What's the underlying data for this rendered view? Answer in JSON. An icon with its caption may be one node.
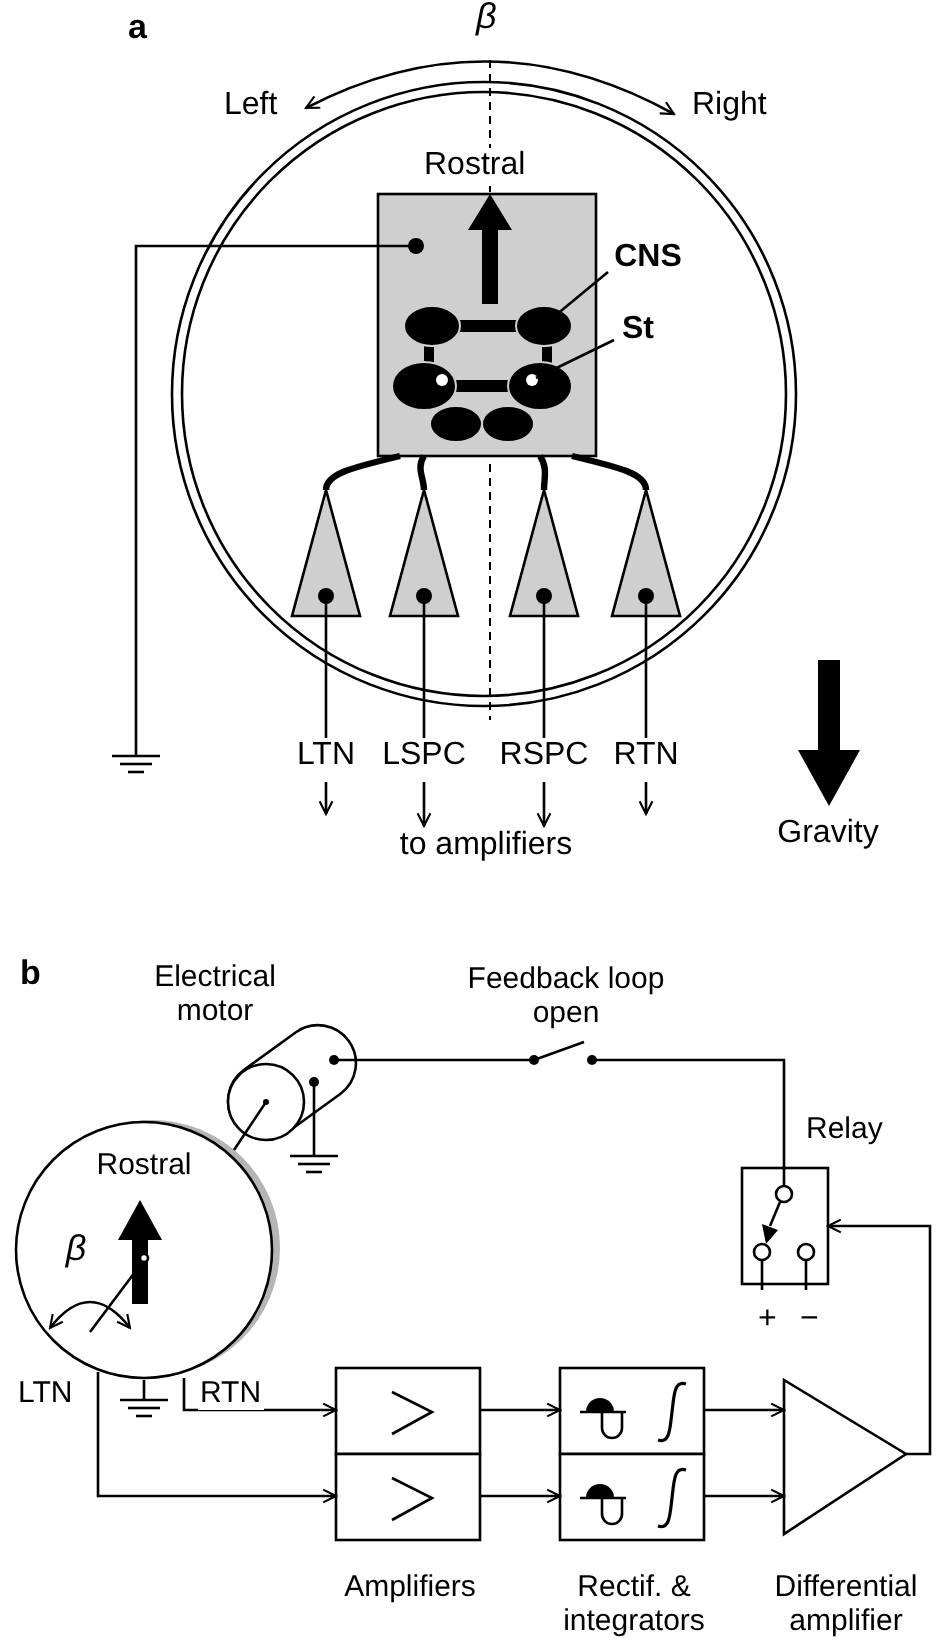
{
  "diagram": {
    "nodes": [
      {
        "text": [],
        "shape": "box",
        "beside": [
          "Rostral"
        ]
      },
      {
        "text": [
          "CNS"
        ]
      },
      {
        "text": [
          "St"
        ]
      },
      {
        "text": [],
        "shape": "triangle"
      },
      {
        "text": [],
        "shape": "triangle"
      },
      {
        "text": [],
        "shape": "triangle"
      },
      {
        "text": [],
        "shape": "triangle"
      },
      {
        "text": [
          "LTN"
        ]
      },
      {
        "text": [
          "LSPC"
        ]
      },
      {
        "text": [
          "RSPC"
        ]
      },
      {
        "text": [
          "RTN"
        ]
      },
      {
        "text": [
          "Electrical motor"
        ]
      },
      {
        "text": [
          "Feedback loop open"
        ]
      },
      {
        "text": [
          "Relay"
        ],
        "beside": [
          "+",
          "−"
        ]
      },
      {
        "text": [
          "Rostral",
          "β"
        ]
      },
      {
        "text": [
          "Amplifiers"
        ]
      },
      {
        "text": [],
        "shape": "box",
        "in": 15
      },
      {
        "text": [],
        "shape": "box",
        "in": 15
      },
      {
        "text": [
          "Rectif. & integrators"
        ]
      },
      {
        "text": [],
        "shape": "box",
        "in": 18
      },
      {
        "text": [],
        "shape": "box",
        "in": 18
      },
      {
        "text": [
          "Differential amplifier"
        ]
      },
      {
        "text": [
          "to amplifiers"
        ]
      }
    ],
    "edges": [
      {
        "from": 1,
        "to": 0,
        "arrow": "none"
      },
      {
        "from": 2,
        "to": 0,
        "arrow": "none"
      },
      {
        "from": 0,
        "to": 3,
        "arrow": "none",
        "style": "thick"
      },
      {
        "from": 0,
        "to": 4,
        "arrow": "none",
        "style": "thick"
      },
      {
        "from": 0,
        "to": 5,
        "arrow": "none",
        "style": "thick"
      },
      {
        "from": 0,
        "to": 6,
        "arrow": "none",
        "style": "thick"
      },
      {
        "from": 3,
        "to": 7,
        "arrow": "none"
      },
      {
        "from": 4,
        "to": 8,
        "arrow": "none"
      },
      {
        "from": 5,
        "to": 9,
        "arrow": "none"
      },
      {
        "from": 6,
        "to": 10,
        "arrow": "none"
      },
      {
        "from": 7,
        "to": null,
        "arrow": "to"
      },
      {
        "from": 8,
        "to": 22,
        "arrow": "to"
      },
      {
        "from": 9,
        "to": 22,
        "arrow": "to"
      },
      {
        "from": 10,
        "to": null,
        "arrow": "to"
      },
      {
        "from": 11,
        "to": 12,
        "arrow": "none"
      },
      {
        "from": 12,
        "to": 13,
        "arrow": "none"
      },
      {
        "from": 14,
        "to": 16,
        "arrow": "to",
        "label": "RTN"
      },
      {
        "from": 14,
        "to": 17,
        "arrow": "to",
        "label": "LTN"
      },
      {
        "from": 16,
        "to": 19,
        "arrow": "to"
      },
      {
        "from": 17,
        "to": 20,
        "arrow": "to"
      },
      {
        "from": 19,
        "to": 21,
        "arrow": "to"
      },
      {
        "from": 20,
        "to": 21,
        "arrow": "to"
      },
      {
        "from": 21,
        "to": 13,
        "arrow": "to"
      }
    ],
    "labels": [
      "a",
      "β",
      "Left",
      "Right",
      "Gravity",
      "b"
    ]
  }
}
